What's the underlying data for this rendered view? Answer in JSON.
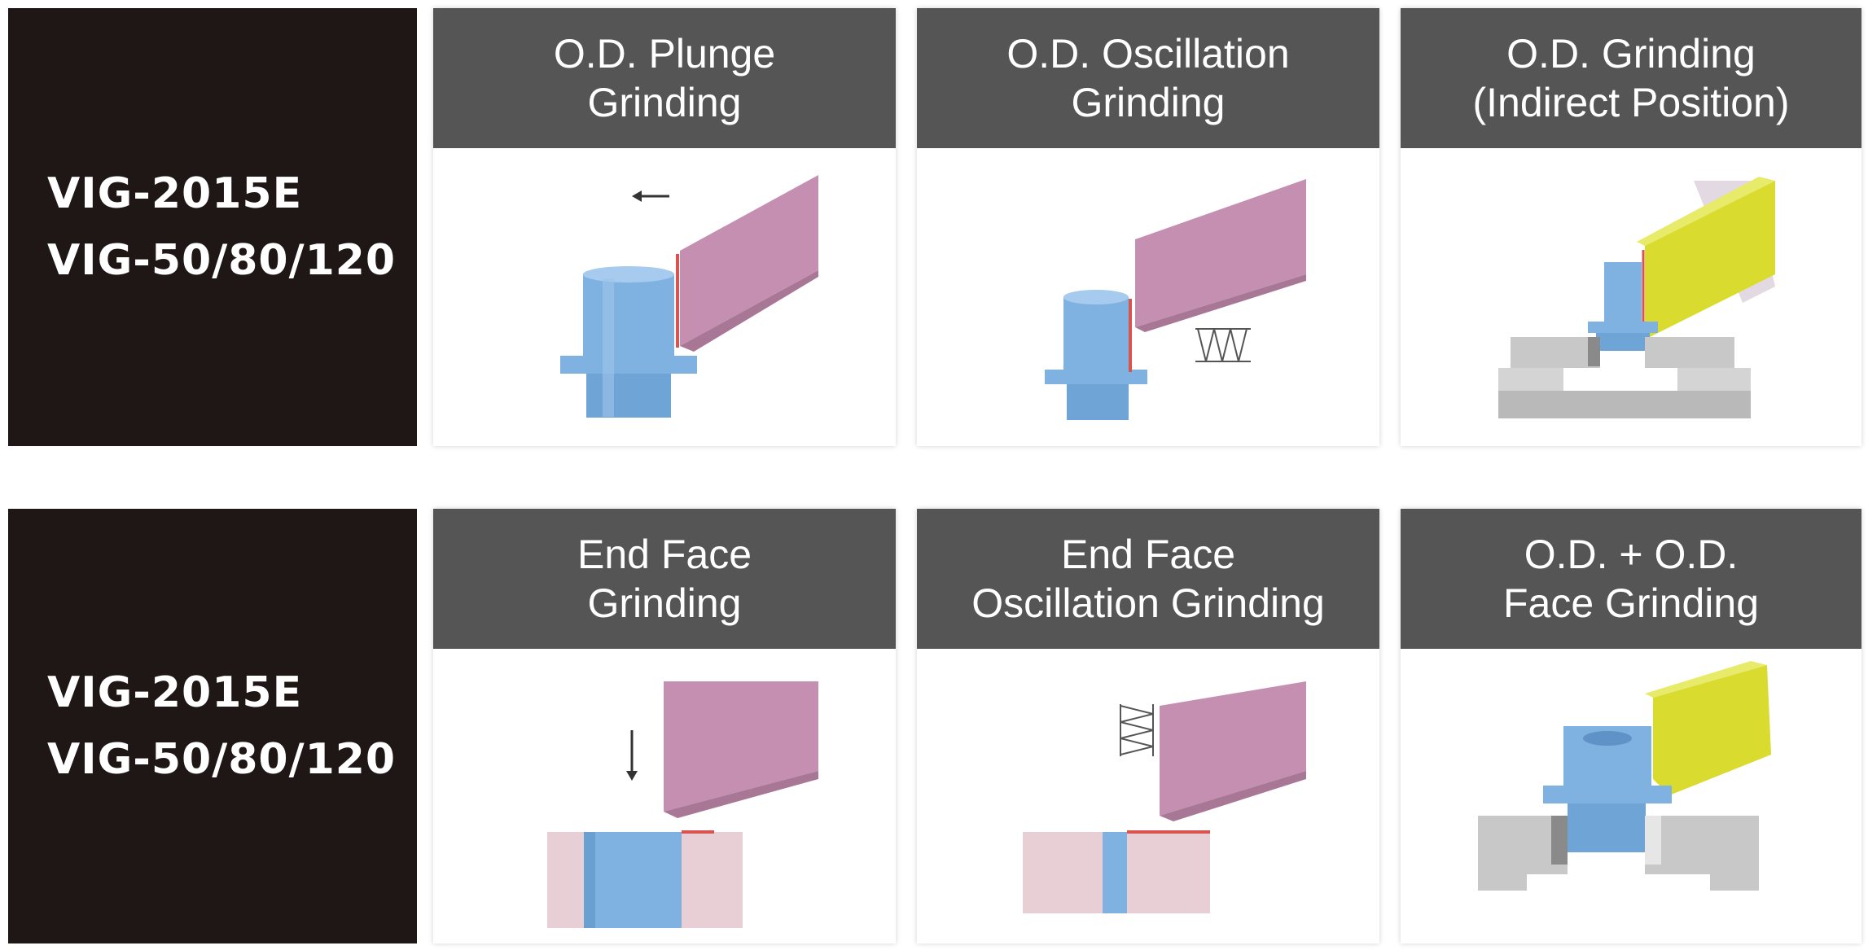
{
  "rows": [
    {
      "models": [
        "VIG-2015E",
        "VIG-50/80/120"
      ],
      "cells": [
        {
          "title_lines": [
            "O.D. Plunge",
            "Grinding"
          ]
        },
        {
          "title_lines": [
            "O.D. Oscillation",
            "Grinding"
          ]
        },
        {
          "title_lines": [
            "O.D. Grinding",
            "(Indirect Position)"
          ]
        }
      ]
    },
    {
      "models": [
        "VIG-2015E",
        "VIG-50/80/120"
      ],
      "cells": [
        {
          "title_lines": [
            "End Face",
            "Grinding"
          ]
        },
        {
          "title_lines": [
            "End Face",
            "Oscillation Grinding"
          ]
        },
        {
          "title_lines": [
            "O.D. + O.D.",
            "Face Grinding"
          ]
        }
      ]
    }
  ],
  "colors": {
    "model_bg": "#1e1716",
    "header_bg": "#555555",
    "wheel_pink": "#c48fb0",
    "wheel_yellow": "#d9db2e",
    "workpiece_blue": "#7fb2e0",
    "fixture_gray": "#c8c8c8"
  }
}
